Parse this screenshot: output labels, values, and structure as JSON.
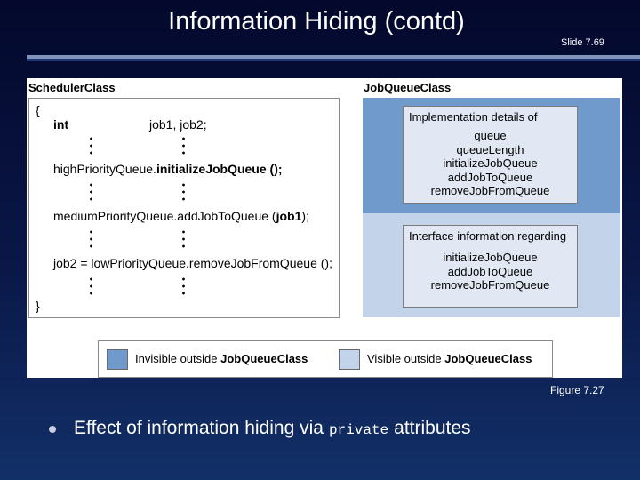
{
  "slide": {
    "title": "Information Hiding (contd)",
    "slide_number": "Slide 7.69"
  },
  "figure": {
    "scheduler": {
      "title": "SchedulerClass",
      "open_brace": "{",
      "close_brace": "}",
      "decl_keyword": "int",
      "decl_vars": "job1, job2;",
      "line1_obj": "highPriorityQueue.",
      "line1_call": "initializeJobQueue ();",
      "line2_obj": "mediumPriorityQueue.",
      "line2_call": "addJobToQueue (",
      "line2_arg": "job1",
      "line2_end": ");",
      "line3_lhs": "job2 = lowPriorityQueue.",
      "line3_call": "removeJobFromQueue ();"
    },
    "jobqueue": {
      "title": "JobQueueClass",
      "implementation": {
        "heading": "Implementation details of",
        "items": [
          "queue",
          "queueLength",
          "initializeJobQueue",
          "addJobToQueue",
          "removeJobFromQueue"
        ]
      },
      "interface": {
        "heading": "Interface information regarding",
        "items": [
          "initializeJobQueue",
          "addJobToQueue",
          "removeJobFromQueue"
        ]
      }
    },
    "legend": {
      "invisible_prefix": "Invisible outside ",
      "invisible_class": "JobQueueClass",
      "visible_prefix": "Visible outside ",
      "visible_class": "JobQueueClass",
      "invisible_color": "#6f9acb",
      "visible_color": "#c3d4ea"
    },
    "caption": "Figure 7.27"
  },
  "bullet": {
    "before": "Effect of information hiding via",
    "code": "private",
    "after": "attributes"
  }
}
